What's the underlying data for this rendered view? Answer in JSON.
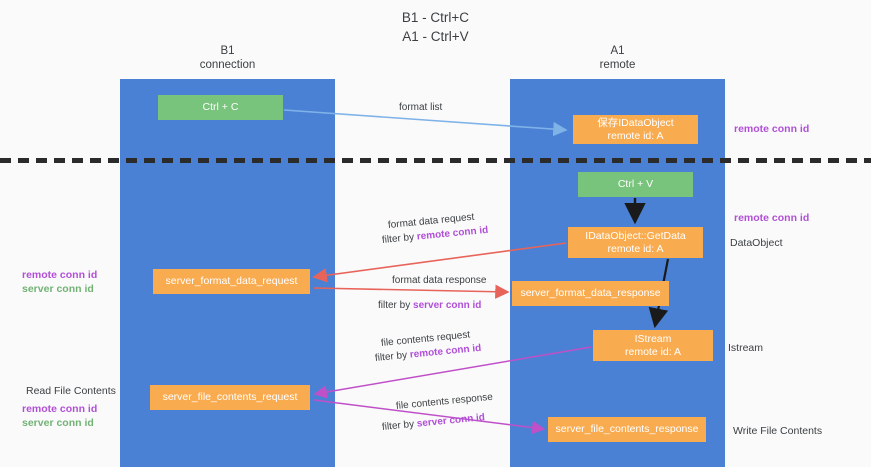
{
  "title": "B1 - Ctrl+C\nA1 - Ctrl+V",
  "lanes": [
    {
      "id": "b1",
      "header": "B1\nconnection",
      "color": "#4a81d4"
    },
    {
      "id": "a1",
      "header": "A1\nremote",
      "color": "#4a81d4"
    }
  ],
  "colors": {
    "lane": "#4a81d4",
    "node_green": "#79c47c",
    "node_orange": "#f9ab50",
    "purple": "#b14fd8",
    "green_text": "#72b375",
    "divider": "#2b2b2b",
    "arrow_blue": "#7fb3e8",
    "arrow_red": "#e8645a",
    "arrow_black": "#1a1a1a",
    "arrow_magenta": "#c050c8"
  },
  "nodes": {
    "ctrl_c": {
      "line1": "Ctrl + C",
      "line2": "",
      "style": "green"
    },
    "save_idataobject": {
      "line1": "保存IDataObject",
      "line2": "remote id: A",
      "style": "orange"
    },
    "ctrl_v": {
      "line1": "Ctrl + V",
      "line2": "",
      "style": "green"
    },
    "getdata": {
      "line1": "IDataObject::GetData",
      "line2": "remote id: A",
      "style": "orange"
    },
    "server_format_data_request": {
      "line1": "server_format_data_request",
      "line2": "",
      "style": "orange"
    },
    "server_format_data_response": {
      "line1": "server_format_data_response",
      "line2": "",
      "style": "orange"
    },
    "istream": {
      "line1": "IStream",
      "line2": "remote id: A",
      "style": "orange"
    },
    "server_file_contents_request": {
      "line1": "server_file_contents_request",
      "line2": "",
      "style": "orange"
    },
    "server_file_contents_response": {
      "line1": "server_file_contents_response",
      "line2": "",
      "style": "orange"
    }
  },
  "edge_labels": {
    "format_list": "format list",
    "format_data_request": "format data request",
    "format_data_request_filter_prefix": "filter by ",
    "format_data_request_filter_key": "remote conn id",
    "format_data_response": "format data response",
    "format_data_response_filter_prefix": "filter by ",
    "format_data_response_filter_key": "server conn id",
    "file_contents_request": "file contents request",
    "file_contents_request_filter_prefix": "filter by ",
    "file_contents_request_filter_key": "remote conn id",
    "file_contents_response": "file contents response",
    "file_contents_response_filter_prefix": "filter by ",
    "file_contents_response_filter_key": "server conn id"
  },
  "side_notes": {
    "right_remote_conn_id_top": "remote conn id",
    "right_remote_conn_id_mid": "remote conn id",
    "right_dataobject": "DataObject",
    "right_istream": "Istream",
    "right_write_file_contents": "Write File Contents",
    "left_remote_conn_id_mid": "remote conn id",
    "left_server_conn_id_mid": "server conn id",
    "left_read_file_contents": "Read File Contents",
    "left_remote_conn_id_bottom": "remote conn id",
    "left_server_conn_id_bottom": "server conn id"
  }
}
